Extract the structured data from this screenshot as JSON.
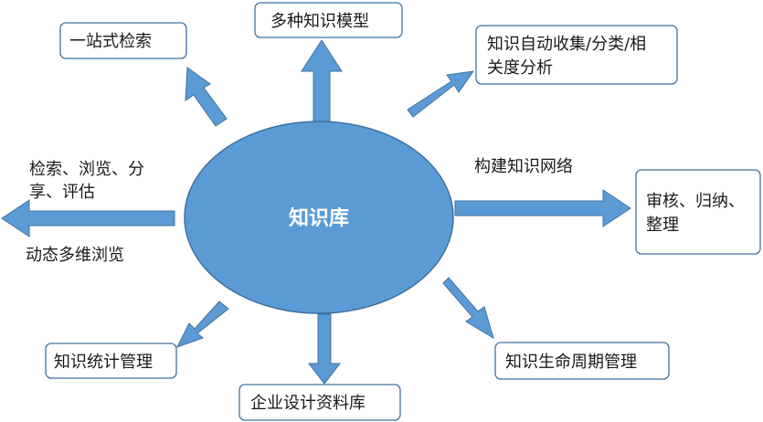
{
  "center": {
    "label": "知识库"
  },
  "boxes": {
    "one_stop_search": "一站式检索",
    "knowledge_models": "多种知识模型",
    "auto_collect_line1": "知识自动收集/分类/相",
    "auto_collect_line2": "关度分析",
    "review_line1": "审核、归纳、",
    "review_line2": "整理",
    "lifecycle": "知识生命周期管理",
    "enterprise_library": "企业设计资料库",
    "statistics": "知识统计管理"
  },
  "labels": {
    "search_line1": "检索、浏览、分",
    "search_line2": "享、评估",
    "dynamic_browse": "动态多维浏览",
    "build_network": "构建知识网络"
  },
  "colors": {
    "accent": "#5b9bd5",
    "accent_stroke": "#41719c",
    "box_border": "#41719c"
  }
}
